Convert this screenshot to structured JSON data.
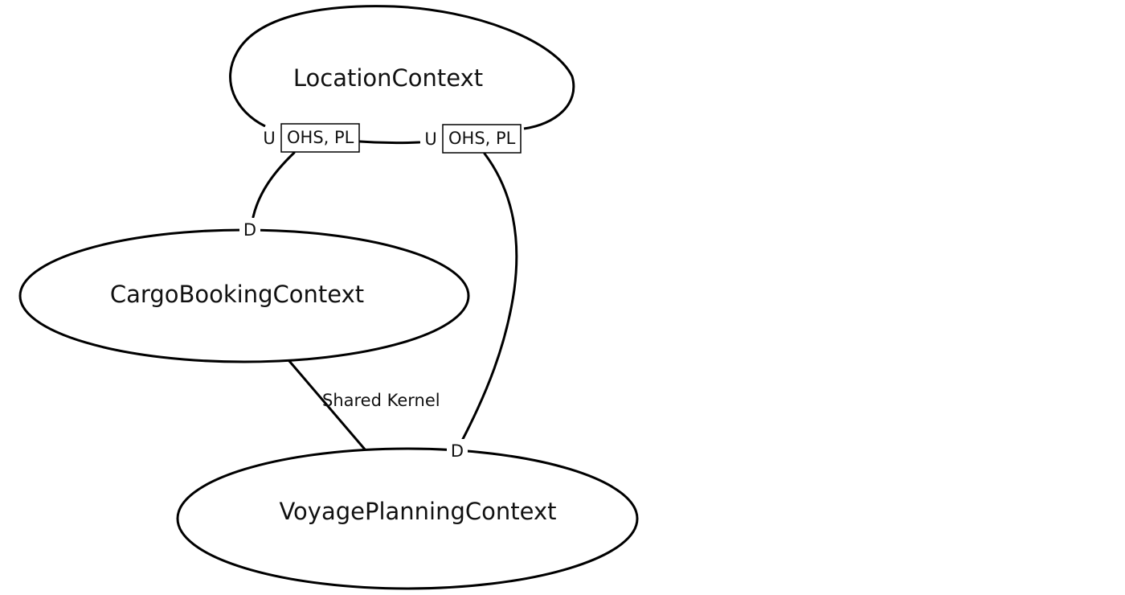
{
  "contexts": {
    "location": "LocationContext",
    "cargo_booking": "CargoBookingContext",
    "voyage_planning": "VoyagePlanningContext"
  },
  "relationships": {
    "location_to_cargo": {
      "upstream": "U",
      "upstream_tags": "OHS, PL",
      "downstream": "D"
    },
    "location_to_voyage": {
      "upstream": "U",
      "upstream_tags": "OHS, PL",
      "downstream": "D"
    },
    "cargo_voyage": {
      "label": "Shared Kernel"
    }
  }
}
